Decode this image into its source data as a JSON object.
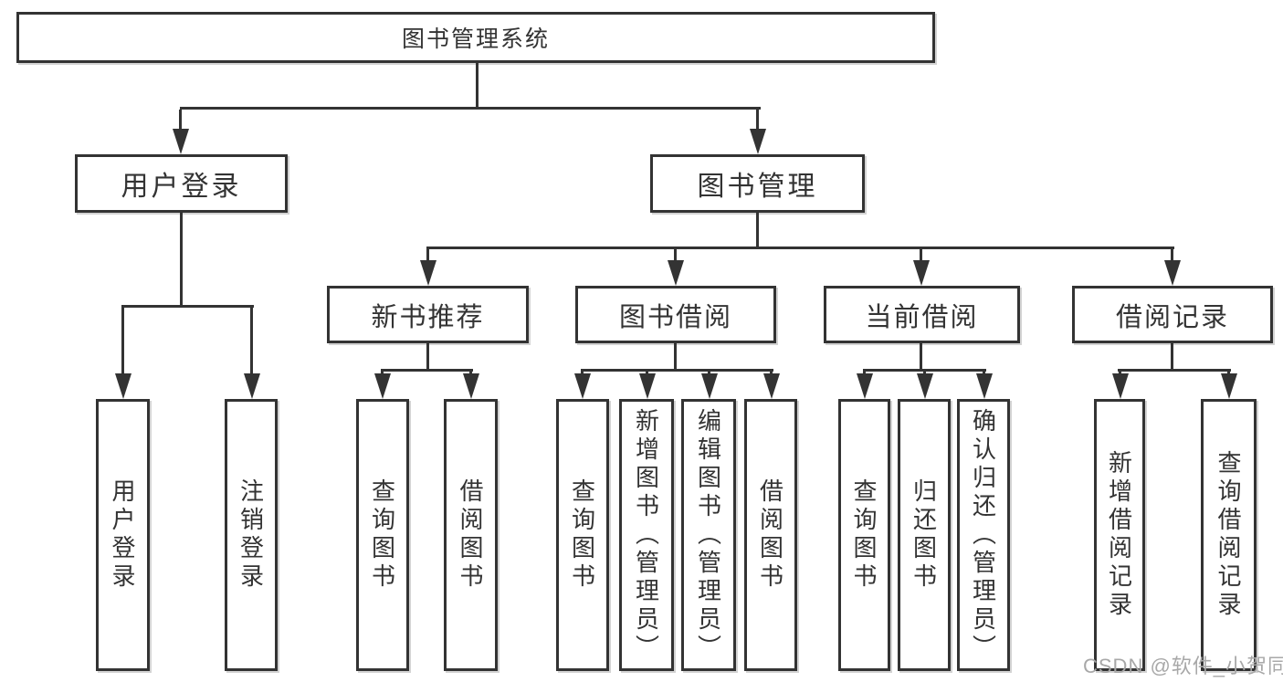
{
  "colors": {
    "line": "#333333",
    "text": "#333333",
    "watermark": "#a8a8a8",
    "background": "#ffffff"
  },
  "diagram": {
    "root": {
      "label": "图书管理系统"
    },
    "branches": [
      {
        "label": "用户登录"
      },
      {
        "label": "图书管理"
      }
    ],
    "modules": [
      {
        "label": "新书推荐"
      },
      {
        "label": "图书借阅"
      },
      {
        "label": "当前借阅"
      },
      {
        "label": "借阅记录"
      }
    ],
    "functions": [
      {
        "label": "用户登录"
      },
      {
        "label": "注销登录"
      },
      {
        "label": "查询图书"
      },
      {
        "label": "借阅图书"
      },
      {
        "label": "查询图书"
      },
      {
        "label": "新增图书（管理员）"
      },
      {
        "label": "编辑图书（管理员）"
      },
      {
        "label": "借阅图书"
      },
      {
        "label": "查询图书"
      },
      {
        "label": "归还图书"
      },
      {
        "label": "确认归还（管理员）"
      },
      {
        "label": "新增借阅记录"
      },
      {
        "label": "查询借阅记录"
      }
    ]
  },
  "watermark": {
    "text": "CSDN @软件_小贺同学"
  }
}
